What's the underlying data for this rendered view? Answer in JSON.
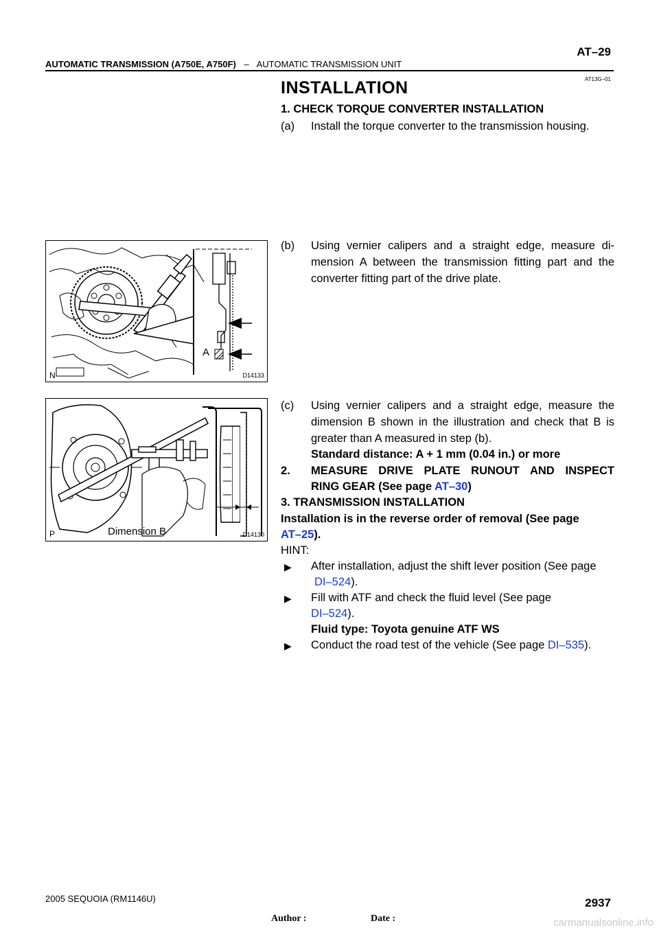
{
  "header": {
    "page_code": "AT–29",
    "section": "AUTOMATIC TRANSMISSION (A750E, A750F)",
    "dash": "–",
    "subsection": "AUTOMATIC TRANSMISSION UNIT",
    "doc_id": "AT13G–01"
  },
  "title": "INSTALLATION",
  "step1": {
    "heading": "1.   CHECK TORQUE CONVERTER INSTALLATION",
    "a_label": "(a)",
    "a_text": "Install the torque converter to the transmission housing."
  },
  "step_b": {
    "label": "(b)",
    "line1": "Using vernier calipers and a straight edge, measure di-",
    "line2": "mension A between the transmission fitting part and the",
    "line3": "converter fitting part of the drive plate."
  },
  "step_c": {
    "label": "(c)",
    "line1": "Using vernier calipers and a straight edge, measure the",
    "line2": "dimension B shown in the illustration and check that B is",
    "line3": "greater than A measured in step (b).",
    "standard": "Standard distance: A + 1 mm (0.04 in.) or more"
  },
  "step2": {
    "num": "2.",
    "line1": "MEASURE DRIVE PLATE RUNOUT AND INSPECT",
    "line2_pre": "RING GEAR (See page ",
    "link": "AT–30",
    "line2_post": ")"
  },
  "step3": {
    "heading": "3.   TRANSMISSION INSTALLATION",
    "line1": "Installation is in the reverse order of removal (See page",
    "link": "AT–25",
    "line2_post": ")."
  },
  "hint": {
    "label": "HINT:",
    "bullet": "▶",
    "item1_text": "After installation, adjust the shift lever position (See page",
    "item1_link": "DI–524",
    "item1_post": ").",
    "item2_text": "Fill with ATF and check the fluid level (See page",
    "item2_link": "DI–524",
    "item2_post": ").",
    "item2_bold": "Fluid type: Toyota genuine ATF WS",
    "item3_text": "Conduct the road test of the vehicle (See page ",
    "item3_link": "DI–535",
    "item3_post": ")."
  },
  "figure1": {
    "code": "D14133",
    "corner": "N",
    "label_a": "A"
  },
  "figure2": {
    "code": "D14130",
    "corner": "P",
    "label_b": "Dimension B"
  },
  "footer": {
    "model": "2005 SEQUOIA   (RM1146U)",
    "author": "Author :",
    "date": "Date :",
    "page_number": "2937",
    "watermark": "carmanualsonline.info"
  }
}
